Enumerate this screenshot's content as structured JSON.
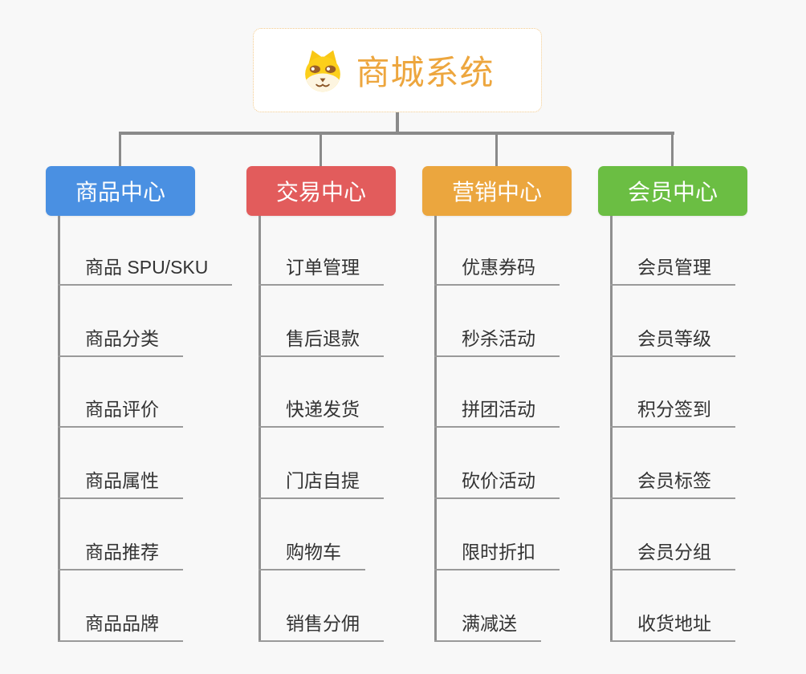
{
  "page": {
    "background_color": "#f8f8f8"
  },
  "root": {
    "title": "商城系统",
    "icon": "dog-face-icon",
    "title_color": "#eda63e",
    "border_color": "#f2c98b"
  },
  "branches": [
    {
      "name": "商品中心",
      "color": "#4a90e2",
      "items": [
        "商品 SPU/SKU",
        "商品分类",
        "商品评价",
        "商品属性",
        "商品推荐",
        "商品品牌"
      ]
    },
    {
      "name": "交易中心",
      "color": "#e25c5c",
      "items": [
        "订单管理",
        "售后退款",
        "快递发货",
        "门店自提",
        "购物车",
        "销售分佣"
      ]
    },
    {
      "name": "营销中心",
      "color": "#eba63e",
      "items": [
        "优惠券码",
        "秒杀活动",
        "拼团活动",
        "砍价活动",
        "限时折扣",
        "满减送"
      ]
    },
    {
      "name": "会员中心",
      "color": "#6bbe43",
      "items": [
        "会员管理",
        "会员等级",
        "积分签到",
        "会员标签",
        "会员分组",
        "收货地址"
      ]
    }
  ]
}
